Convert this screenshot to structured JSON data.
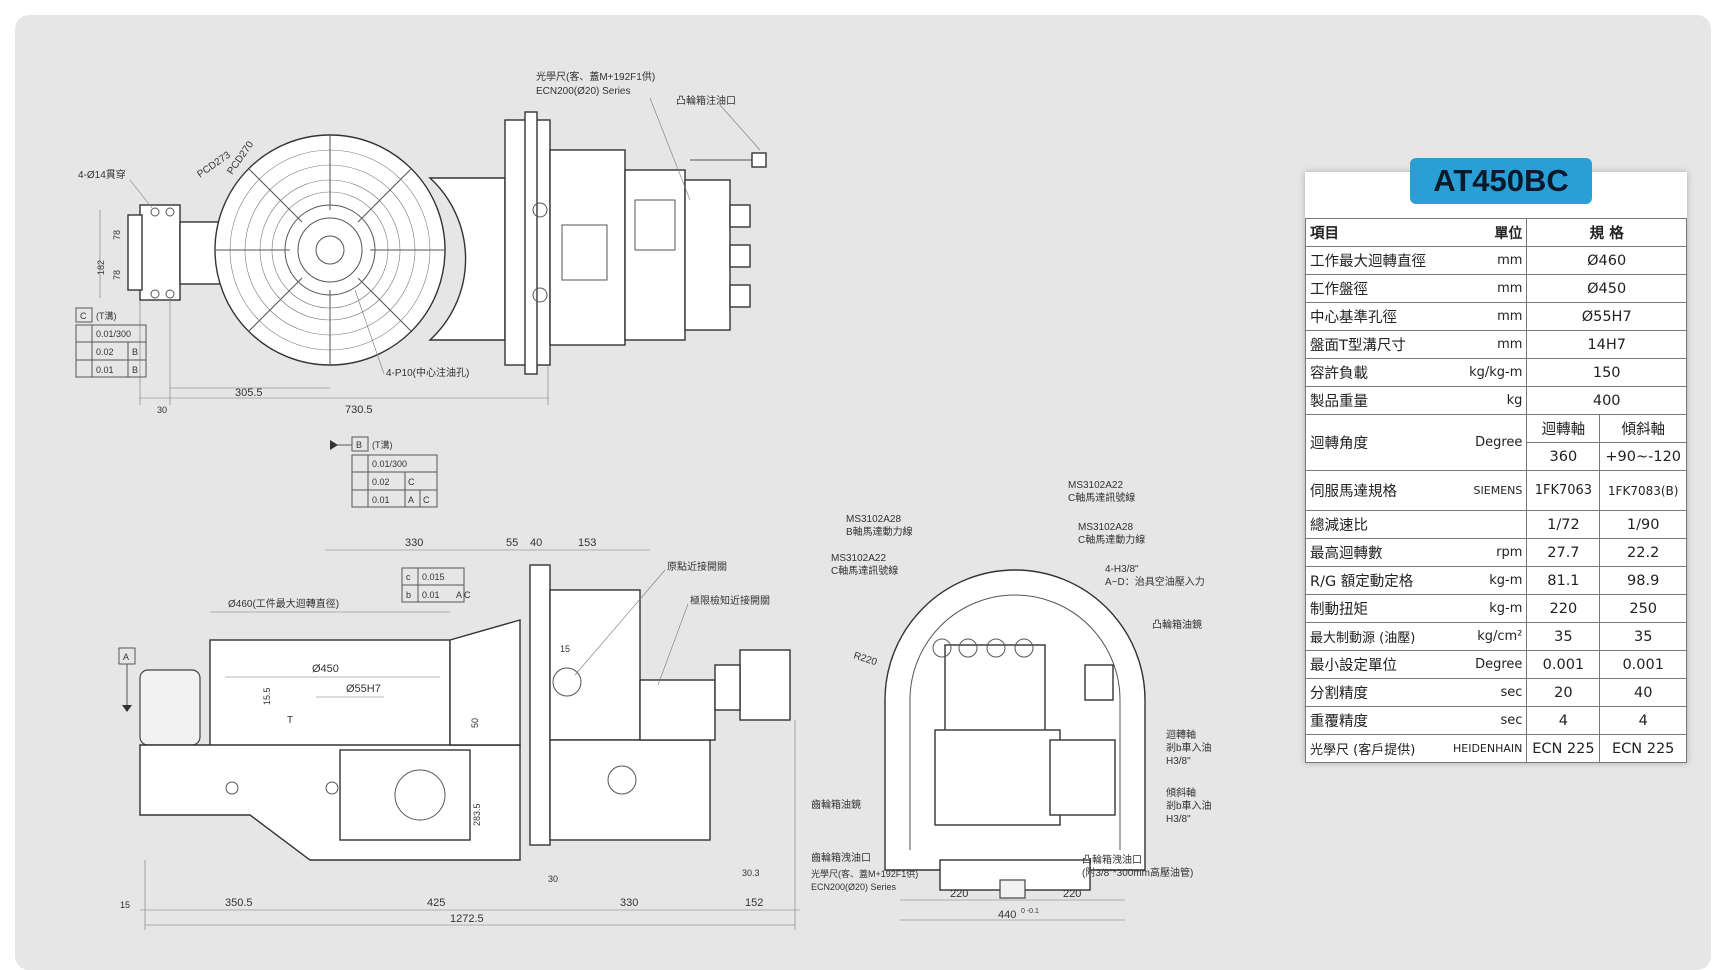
{
  "drawing": {
    "top_view": {
      "callouts": {
        "scale_label": "光學尺(客、蓋M+192F1供)",
        "scale_series": "ECN200(Ø20) Series",
        "cam_oil_inlet": "凸輪箱注油口",
        "through_holes": "4-Ø14貫穿",
        "pcd_1": "PCD270",
        "pcd_2": "PCD273",
        "center_oil_holes": "4-P10(中心注油孔)"
      },
      "dimensions": {
        "d78a": "78",
        "d78b": "78",
        "d182": "182",
        "d305_5": "305.5",
        "d730_5": "730.5",
        "d30": "30"
      },
      "tolerance_frame_1": {
        "datum": "C",
        "datum_note": "(T溝)",
        "rows": [
          [
            "0.01/300",
            ""
          ],
          [
            "0.02",
            "B"
          ],
          [
            "0.01",
            "B"
          ]
        ]
      },
      "tolerance_frame_2": {
        "datum": "B",
        "datum_note": "(T溝)",
        "rows": [
          [
            "0.01/300",
            "",
            ""
          ],
          [
            "0.02",
            "C",
            ""
          ],
          [
            "0.01",
            "A",
            "C"
          ]
        ]
      }
    },
    "side_view": {
      "callouts": {
        "table_dia": "Ø460(工件最大迴轉直徑)",
        "origin_sensor": "原點近接開關",
        "limit_sensor": "極限檢知近接開關",
        "t_slot": "T"
      },
      "dimensions": {
        "d330_top": "330",
        "d55": "55",
        "d40": "40",
        "d153": "153",
        "d450": "Ø450",
        "d55h7": "Ø55H7",
        "d15_5": "15.5",
        "d15_side": "15",
        "d50": "50",
        "d283_5": "283.5",
        "d30_bottom": "30",
        "d30_3": "30.3",
        "d15": "15",
        "d350_5": "350.5",
        "d425": "425",
        "d330": "330",
        "d152": "152",
        "d1272_5": "1272.5"
      },
      "datum_a": "A",
      "tolerance": {
        "rows": [
          [
            "c",
            "0.015",
            ""
          ],
          [
            "b",
            "0.01",
            "A C"
          ]
        ]
      }
    },
    "end_view": {
      "callouts": {
        "ms_c_signal": "MS3102A22",
        "ms_c_signal_note": "C軸馬達訊號線",
        "ms_c_power": "MS3102A28",
        "ms_c_power_note": "C軸馬達動力線",
        "ms_b_power": "MS3102A28",
        "ms_b_power_note": "B軸馬達動力線",
        "ms_b_signal": "MS3102A22",
        "ms_b_signal_note": "C軸馬達訊號線",
        "air_inlet": "4-H3/8\"",
        "air_inlet_note": "A~D：治具空油壓入力",
        "cam_oil_gauge": "凸輪箱油鏡",
        "r220": "R220",
        "rot_clamp": "迴轉軸",
        "rot_clamp_2": "剎b車入油",
        "rot_clamp_3": "H3/8\"",
        "tilt_clamp": "傾斜軸",
        "tilt_clamp_2": "剎b車入油",
        "tilt_clamp_3": "H3/8\"",
        "gear_oil_gauge": "齒輪箱油鏡",
        "gear_drain": "齒輪箱洩油口",
        "scale_note": "光學尺(客、蓋M+192F1供)",
        "scale_series": "ECN200(Ø20) Series",
        "cam_drain": "凸輪箱洩油口",
        "cam_drain_note": "(附3/8\"*300mm高壓油管)"
      },
      "dimensions": {
        "d220a": "220",
        "d220b": "220",
        "d440": "440",
        "d440_tol": "0 -0.1"
      }
    }
  },
  "spec": {
    "model": "AT450BC",
    "header": {
      "item": "項目",
      "unit": "單位",
      "spec": "規 格"
    },
    "rows": [
      {
        "item": "工作最大迴轉直徑",
        "unit": "mm",
        "value": "Ø460"
      },
      {
        "item": "工作盤徑",
        "unit": "mm",
        "value": "Ø450"
      },
      {
        "item": "中心基準孔徑",
        "unit": "mm",
        "value": "Ø55H7"
      },
      {
        "item": "盤面T型溝尺寸",
        "unit": "mm",
        "value": "14H7"
      },
      {
        "item": "容許負載",
        "unit": "kg/kg-m",
        "value": "150"
      },
      {
        "item": "製品重量",
        "unit": "kg",
        "value": "400"
      }
    ],
    "axis_header": {
      "item": "迴轉角度",
      "unit": "Degree",
      "rot": "迴轉軸",
      "tilt": "傾斜軸",
      "rot_val": "360",
      "tilt_val": "+90~-120"
    },
    "axis_rows": [
      {
        "item": "伺服馬達規格",
        "unit": "SIEMENS",
        "rot": "1FK7063",
        "tilt": "1FK7083(B)"
      },
      {
        "item": "總減速比",
        "unit": "",
        "rot": "1/72",
        "tilt": "1/90"
      },
      {
        "item": "最高迴轉數",
        "unit": "rpm",
        "rot": "27.7",
        "tilt": "22.2"
      },
      {
        "item": "R/G 額定動定格",
        "unit": "kg-m",
        "rot": "81.1",
        "tilt": "98.9"
      },
      {
        "item": "制動扭矩",
        "unit": "kg-m",
        "rot": "220",
        "tilt": "250"
      },
      {
        "item": "最大制動源 (油壓)",
        "unit": "kg/cm²",
        "rot": "35",
        "tilt": "35"
      },
      {
        "item": "最小設定單位",
        "unit": "Degree",
        "rot": "0.001",
        "tilt": "0.001"
      },
      {
        "item": "分割精度",
        "unit": "sec",
        "rot": "20",
        "tilt": "40"
      },
      {
        "item": "重覆精度",
        "unit": "sec",
        "rot": "4",
        "tilt": "4"
      },
      {
        "item": "光學尺 (客戶提供)",
        "unit": "HEIDENHAIN",
        "rot": "ECN 225",
        "tilt": "ECN 225"
      }
    ]
  },
  "colors": {
    "panel": "#e6e6e6",
    "title_badge": "#2a9fd6"
  }
}
